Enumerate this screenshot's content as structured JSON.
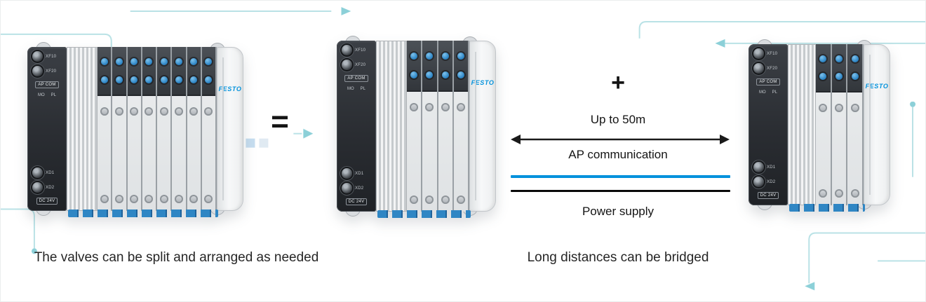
{
  "scene": {
    "equals": "=",
    "plus": "+",
    "caption_left": "The valves can be split and arranged as needed",
    "caption_right": "Long distances can be bridged"
  },
  "bridge": {
    "distance": "Up to 50m",
    "ap": "AP communication",
    "power": "Power supply",
    "ap_line_color": "#0091dc",
    "power_line_color": "#000000"
  },
  "brand": {
    "logo": "FESTO",
    "color": "#0091dc"
  },
  "module": {
    "connector_top_1": "XF10",
    "connector_top_2": "XF20",
    "badge_top": "AP COM",
    "mid_left": "MO",
    "mid_right": "PL",
    "connector_bottom_1": "XD1",
    "connector_bottom_2": "XD2",
    "badge_bottom": "DC 24V"
  },
  "terminals": [
    {
      "id": "left",
      "valve_slices": 8
    },
    {
      "id": "center",
      "valve_slices": 4
    },
    {
      "id": "right",
      "valve_slices": 3
    }
  ],
  "colors": {
    "festo_blue": "#0091dc",
    "valve_button": "#2e86c6",
    "trace_teal": "#a9dbe0",
    "text": "#1f1f1f"
  }
}
